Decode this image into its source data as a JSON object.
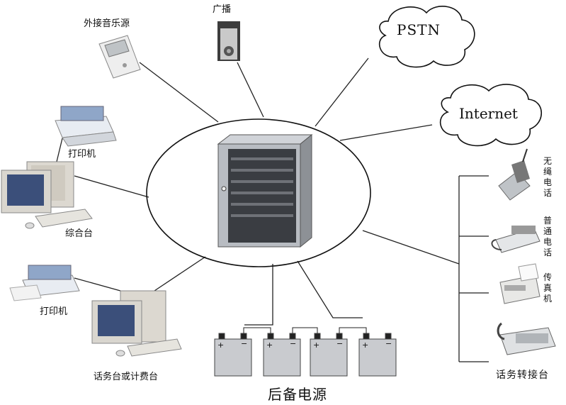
{
  "labels": {
    "external_music": "外接音乐源",
    "broadcast": "广播",
    "pstn": "PSTN",
    "internet": "Internet",
    "printer_top": "打印机",
    "console": "综合台",
    "printer_bottom": "打印机",
    "billing_console": "话务台或计费台",
    "cordless_phone": "无绳电话",
    "regular_phone": "普通电话",
    "fax": "传真机",
    "operator_console": "话务转接台",
    "backup_power": "后备电源",
    "battery_plus": "+",
    "battery_minus": "−"
  },
  "colors": {
    "line": "#222222",
    "cloud_fill": "#ffffff",
    "cabinet": "#b8bcc2",
    "cabinet_dark": "#3a3d42",
    "battery": "#c9cbcf",
    "monitor": "#d9d6cf",
    "screen": "#3b4f7a"
  }
}
